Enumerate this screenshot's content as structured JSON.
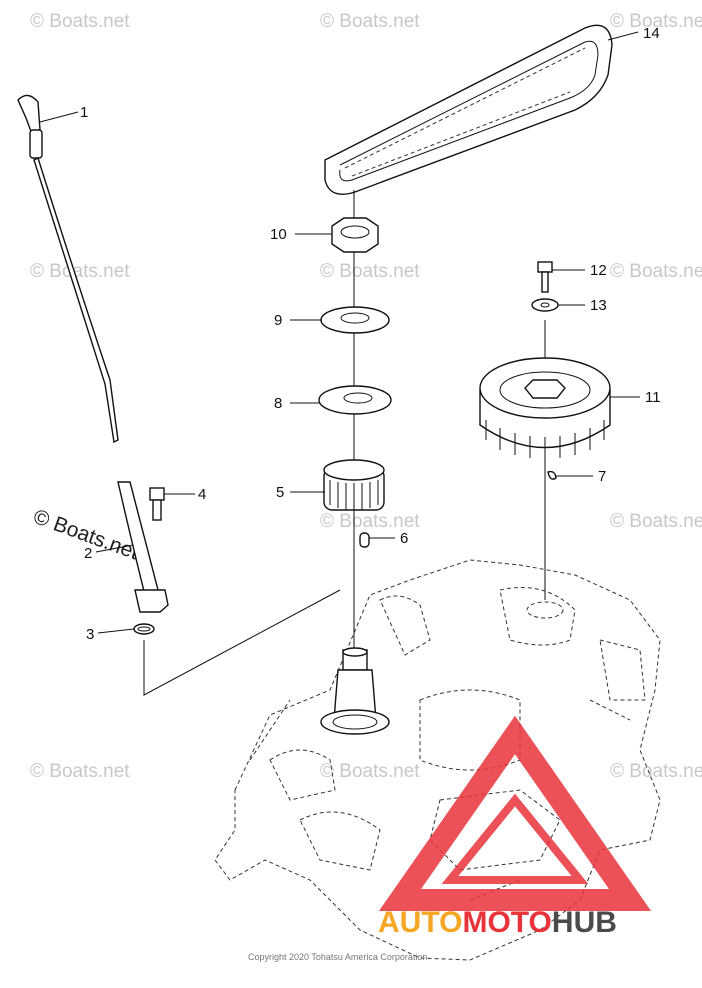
{
  "callouts": [
    {
      "num": "1"
    },
    {
      "num": "2"
    },
    {
      "num": "3"
    },
    {
      "num": "4"
    },
    {
      "num": "5"
    },
    {
      "num": "6"
    },
    {
      "num": "7"
    },
    {
      "num": "8"
    },
    {
      "num": "9"
    },
    {
      "num": "10"
    },
    {
      "num": "11"
    },
    {
      "num": "12"
    },
    {
      "num": "13"
    },
    {
      "num": "14"
    }
  ],
  "watermarks": {
    "light": "© Boats.net",
    "dark": "© Boats.net"
  },
  "copyright": "Copyright 2020 Tohatsu America Corporation",
  "brand": {
    "part1": "AUTO",
    "part2": "MOTO",
    "part3": "HUB",
    "color_primary": "#e8333a",
    "color_secondary": "#f5a623",
    "color_dark": "#4a4a4a"
  }
}
